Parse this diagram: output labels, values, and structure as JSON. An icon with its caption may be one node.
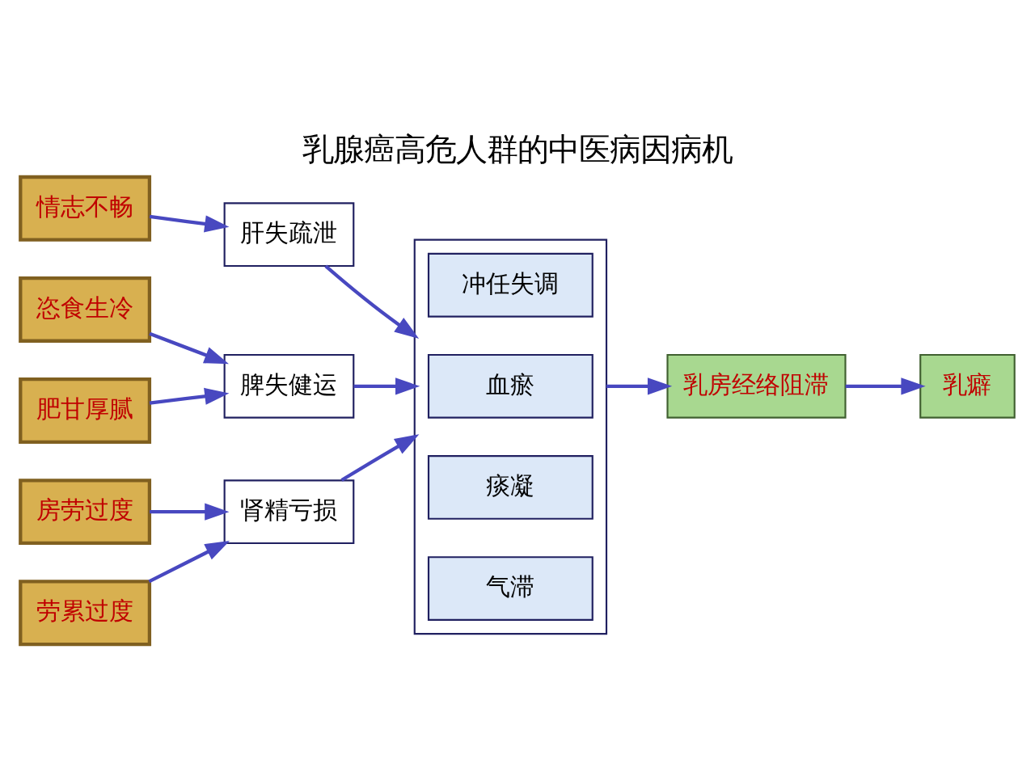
{
  "diagram": {
    "title": "乳腺癌高危人群的中医病因病机",
    "nodes": [
      {
        "text": [
          "情志不畅"
        ]
      },
      {
        "text": [
          "恣食生冷"
        ]
      },
      {
        "text": [
          "肥甘厚腻"
        ]
      },
      {
        "text": [
          "房劳过度"
        ]
      },
      {
        "text": [
          "劳累过度"
        ]
      },
      {
        "text": [
          "肝失疏泄"
        ]
      },
      {
        "text": [
          "脾失健运"
        ]
      },
      {
        "text": [
          "肾精亏损"
        ]
      },
      {
        "text": [],
        "shape": "box"
      },
      {
        "text": [
          "气滞"
        ],
        "in": 8
      },
      {
        "text": [
          "痰凝"
        ],
        "in": 8
      },
      {
        "text": [
          "血瘀"
        ],
        "in": 8
      },
      {
        "text": [
          "冲任失调"
        ],
        "in": 8
      },
      {
        "text": [
          "乳房经络阻滞"
        ]
      },
      {
        "text": [
          "乳癖"
        ]
      }
    ],
    "edges": [
      {
        "from": 0,
        "to": 5,
        "arrow": "to"
      },
      {
        "from": 1,
        "to": 6,
        "arrow": "to"
      },
      {
        "from": 2,
        "to": 6,
        "arrow": "to"
      },
      {
        "from": 3,
        "to": 7,
        "arrow": "to"
      },
      {
        "from": 4,
        "to": 7,
        "arrow": "to"
      },
      {
        "from": 5,
        "to": 8,
        "arrow": "to"
      },
      {
        "from": 6,
        "to": 8,
        "arrow": "to"
      },
      {
        "from": 7,
        "to": 8,
        "arrow": "to"
      },
      {
        "from": 8,
        "to": 13,
        "arrow": "to"
      },
      {
        "from": 13,
        "to": 14,
        "arrow": "to"
      }
    ]
  }
}
